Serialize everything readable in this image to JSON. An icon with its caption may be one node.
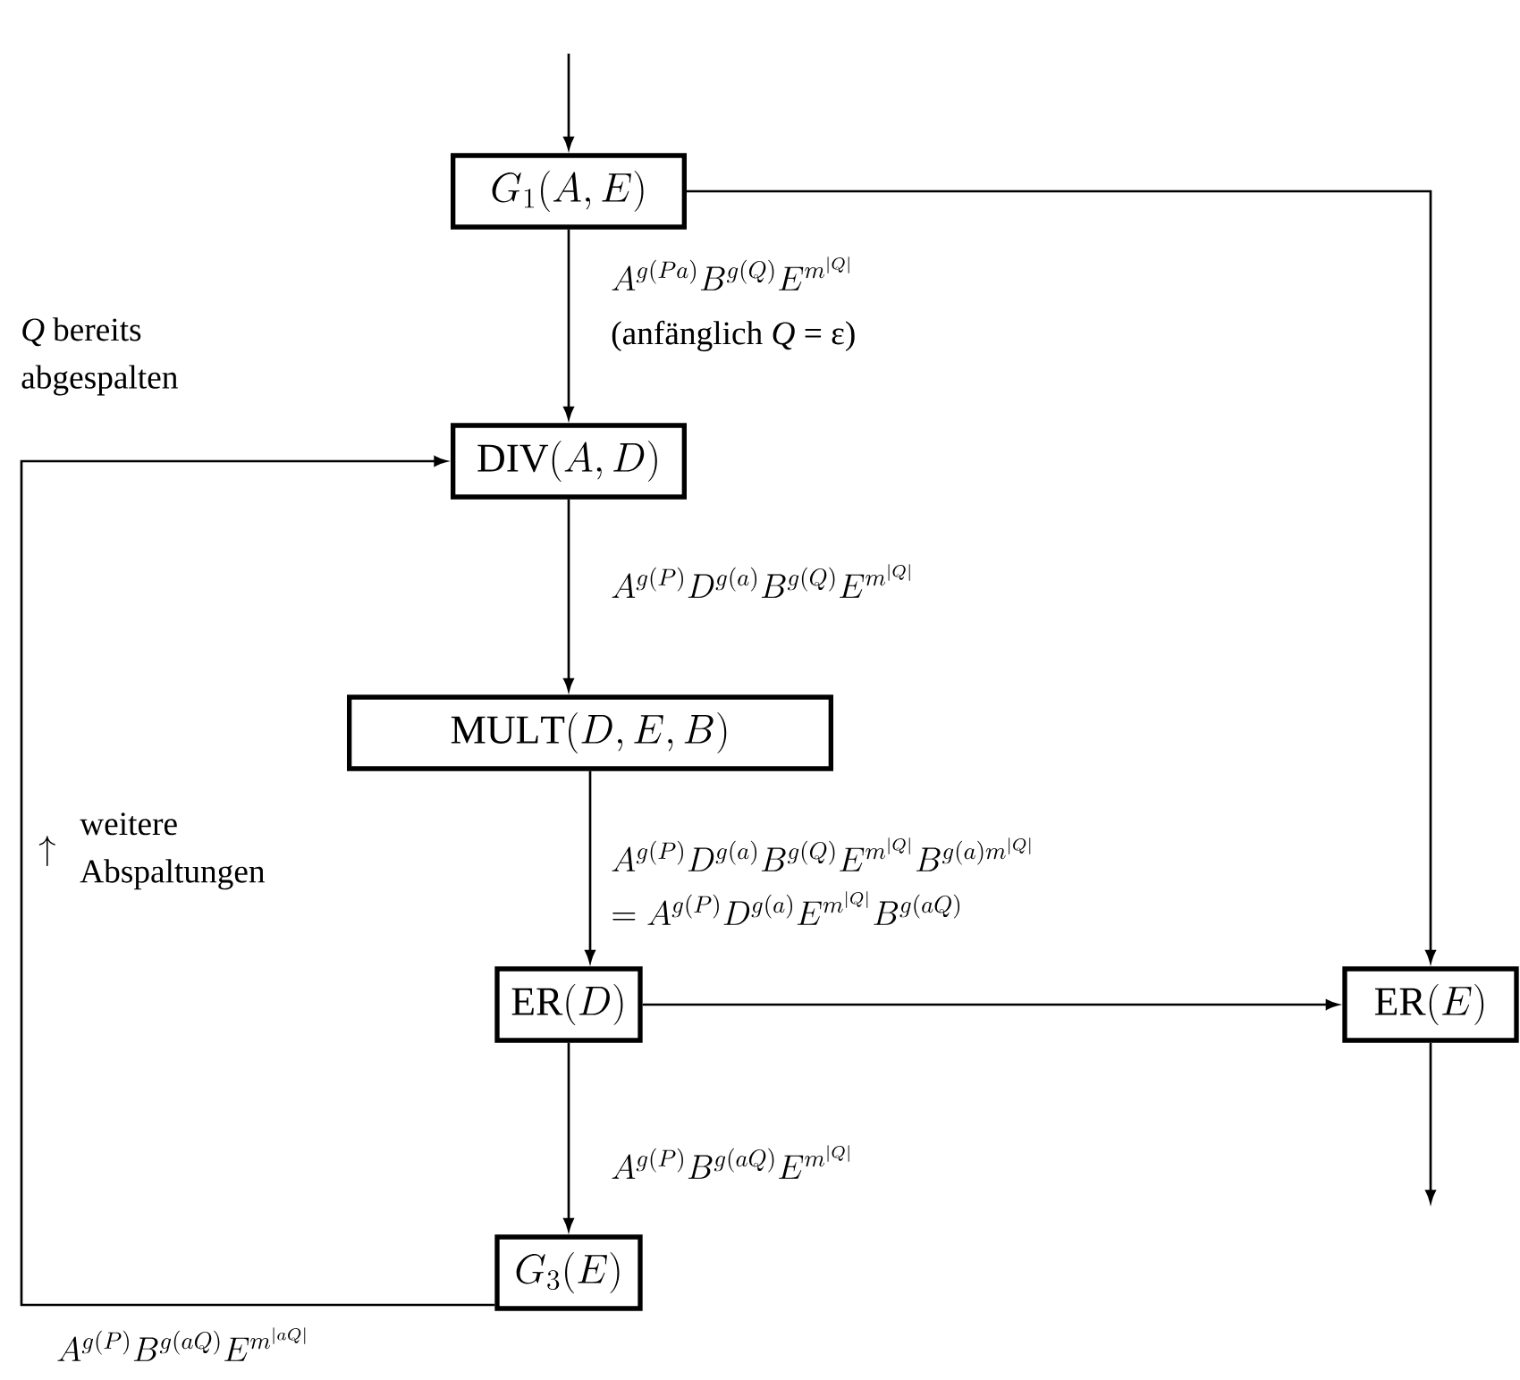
{
  "diagram": {
    "nodes": [
      {
        "text": [
          "G_1(A, E)"
        ]
      },
      {
        "text": [
          "\\mathrm{DIV}(A, D)"
        ]
      },
      {
        "text": [
          "\\mathrm{MULT}(D, E, B)"
        ]
      },
      {
        "text": [
          "\\mathrm{ER}(D)"
        ]
      },
      {
        "text": [
          "\\mathrm{ER}(E)"
        ]
      },
      {
        "text": [
          "G_3(E)"
        ]
      }
    ],
    "edges": [
      {
        "from": null,
        "to": 0,
        "arrow": "to"
      },
      {
        "from": 0,
        "to": 1,
        "arrow": "to",
        "label": "A^{g(Pa)}B^{g(Q)}E^{m^{|Q|}}"
      },
      {
        "from": 0,
        "to": 4,
        "arrow": "to"
      },
      {
        "from": 1,
        "to": 2,
        "arrow": "to",
        "label": "A^{g(P)}D^{g(a)}B^{g(Q)}E^{m^{|Q|}}"
      },
      {
        "from": 2,
        "to": 3,
        "arrow": "to",
        "label": "A^{g(P)}D^{g(a)}B^{g(Q)}E^{m^{|Q|}}B^{g(a)m^{|Q|}}"
      },
      {
        "from": 3,
        "to": 4,
        "arrow": "to"
      },
      {
        "from": 3,
        "to": 5,
        "arrow": "to",
        "label": "A^{g(P)}B^{g(aQ)}E^{m^{|Q|}}"
      },
      {
        "from": 5,
        "to": 1,
        "arrow": "to",
        "label": "A^{g(P)}B^{g(aQ)}E^{m^{|aQ|}}"
      },
      {
        "from": 4,
        "to": null,
        "arrow": "to"
      }
    ],
    "labels": [
      "*Q* bereits abgespalten",
      "(anfänglich *Q* = ε)",
      "= A^{g(P)}D^{g(a)}E^{m^{|Q|}}B^{g(aQ)}",
      "\\uparrow",
      "weitere Abspaltungen"
    ]
  }
}
